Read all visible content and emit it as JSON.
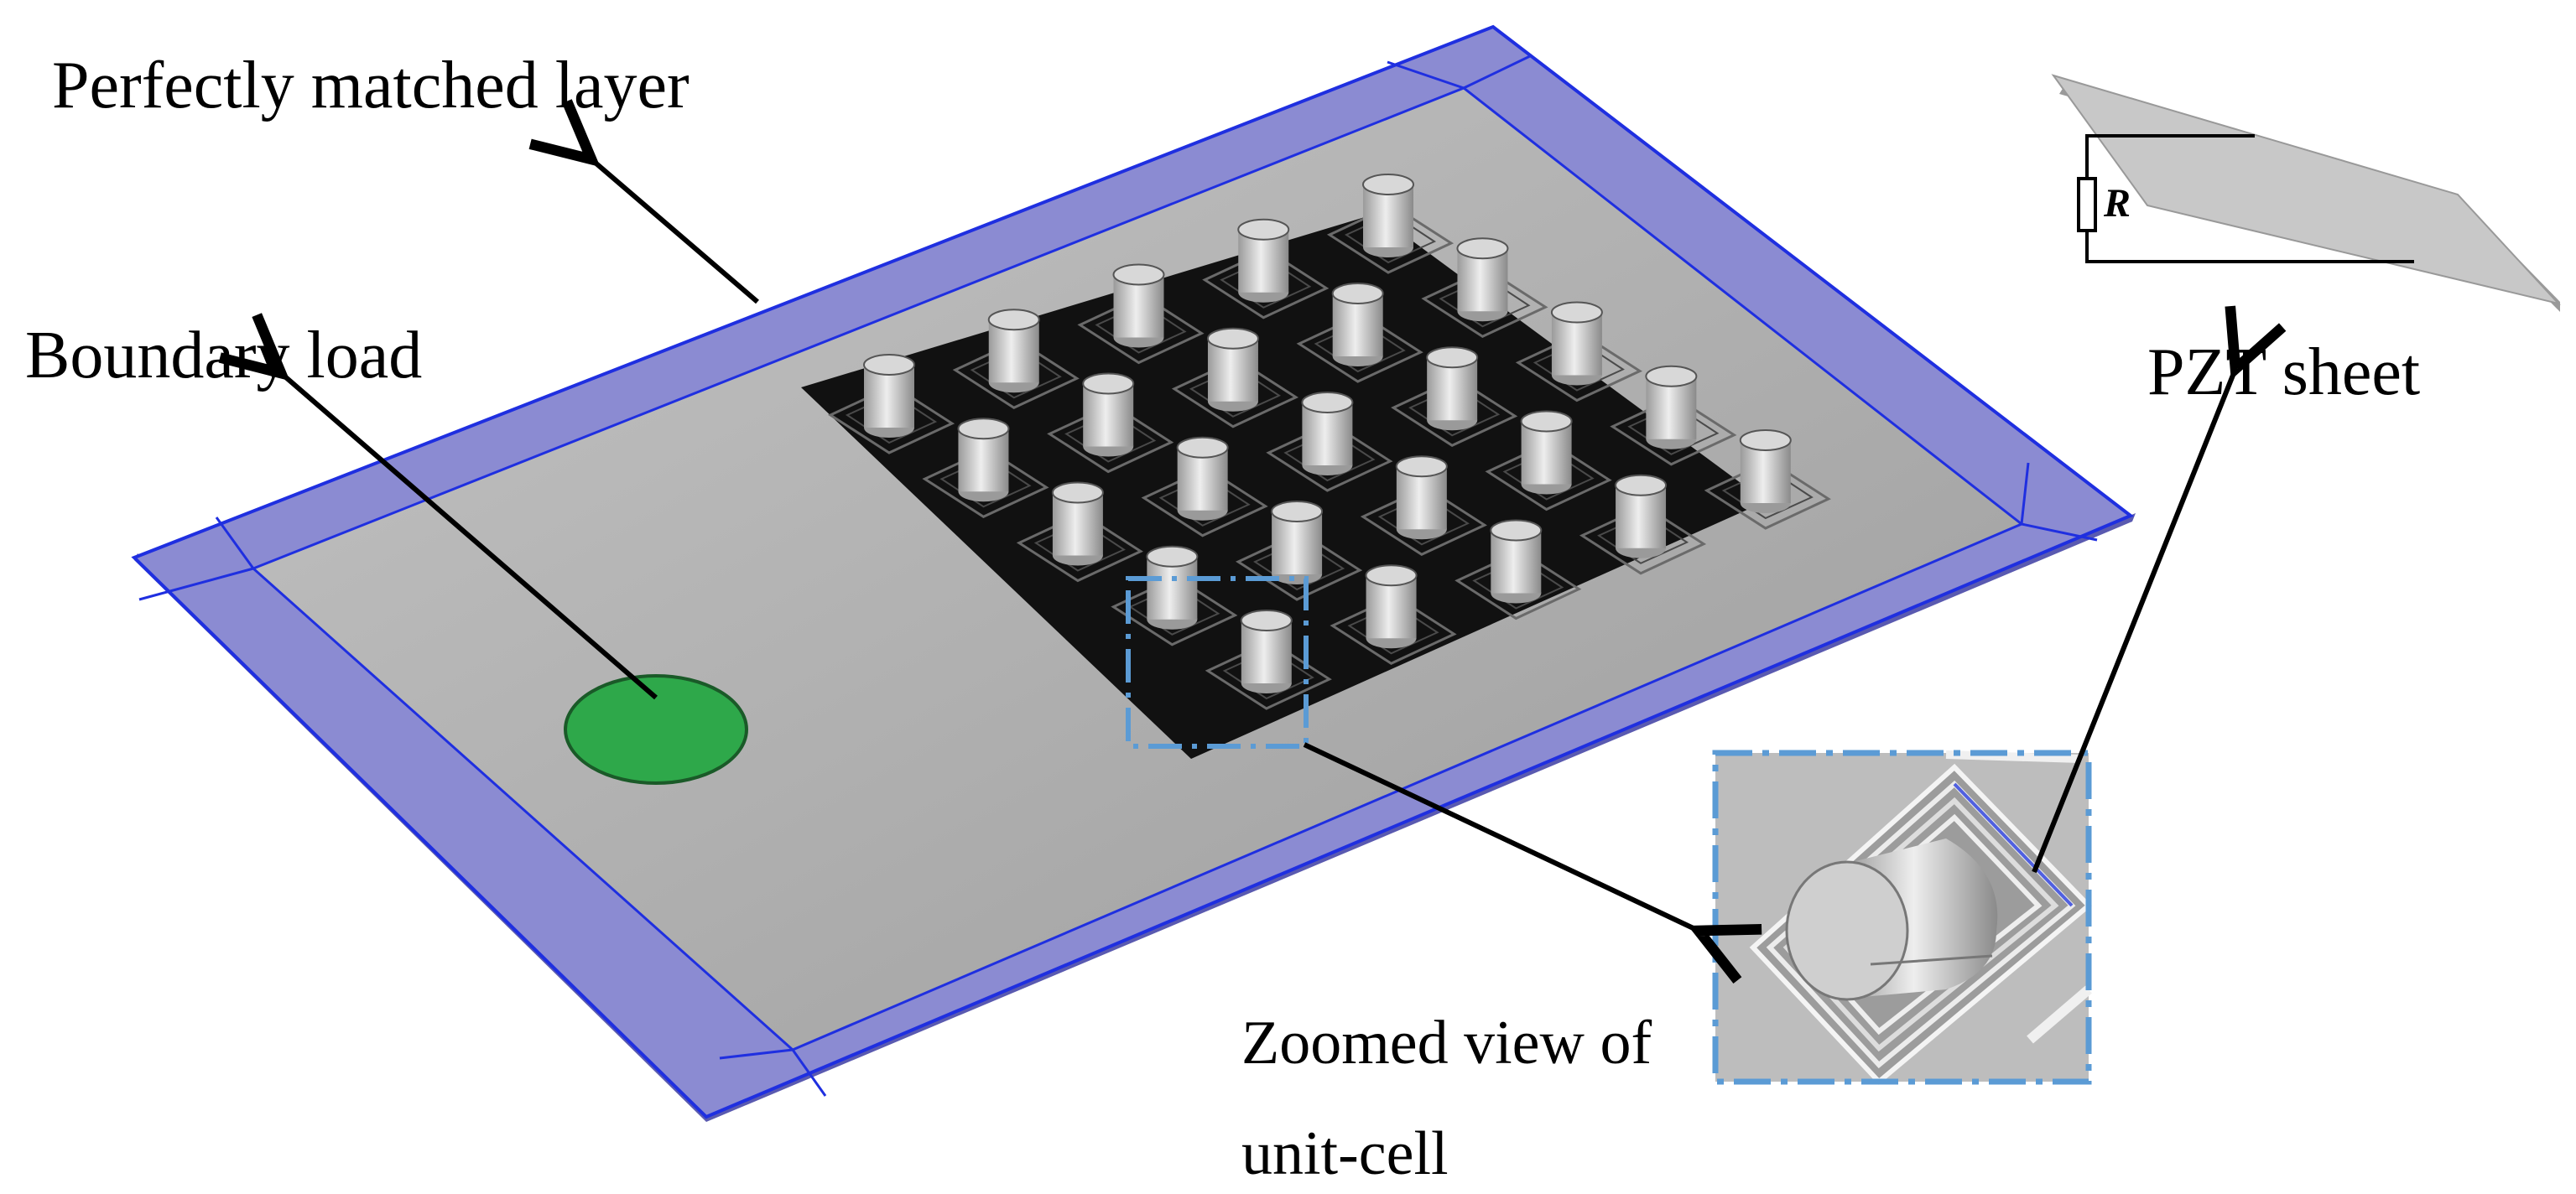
{
  "labels": {
    "pml": "Perfectly matched layer",
    "boundary_load": "Boundary load",
    "pzt_sheet": "PZT sheet",
    "resistor": "R",
    "zoom_line1": "Zoomed view of",
    "zoom_line2": "unit-cell"
  },
  "colors": {
    "pml_fill": "#8b8bd2",
    "pml_edge": "#1f2fe0",
    "plate_fill": "#a9a9a9",
    "load_fill": "#2ea84a",
    "metamaterial": "#111111",
    "pillar": "#c9c9c9",
    "zoom_box": "#5b9bd5",
    "pzt": "#c8c8c8",
    "arrow": "#000000"
  },
  "icons": {
    "resistor": "resistor-symbol",
    "pillar": "cylinder-pillar"
  },
  "pillar_grid": {
    "rows": 5,
    "cols": 5
  }
}
